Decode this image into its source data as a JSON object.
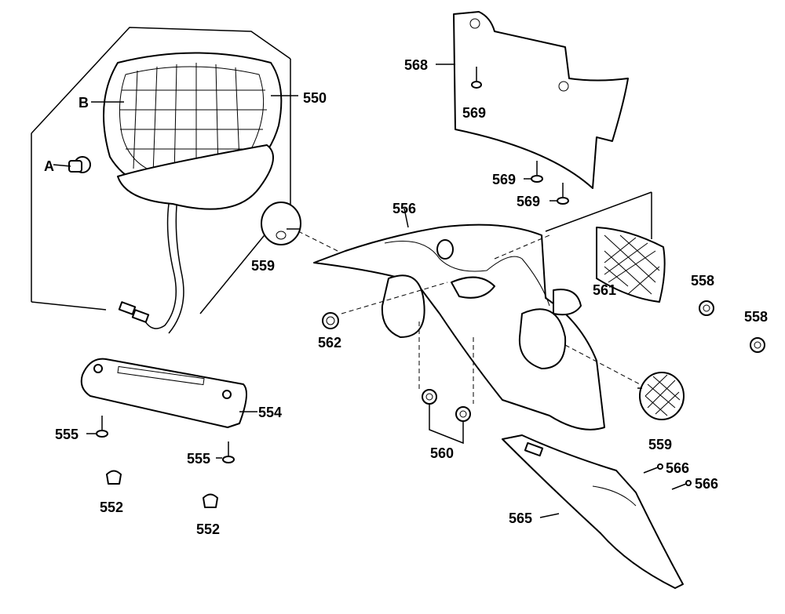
{
  "title": "",
  "labels": {
    "p550": "550",
    "pB": "B",
    "pA": "A",
    "p559a": "559",
    "p556": "556",
    "p568": "568",
    "p569a": "569",
    "p569b": "569",
    "p569c": "569",
    "p561": "561",
    "p558a": "558",
    "p558b": "558",
    "p562": "562",
    "p554": "554",
    "p555a": "555",
    "p555b": "555",
    "p552a": "552",
    "p552b": "552",
    "p560": "560",
    "p559b": "559",
    "p566a": "566",
    "p566b": "566",
    "p565": "565"
  }
}
